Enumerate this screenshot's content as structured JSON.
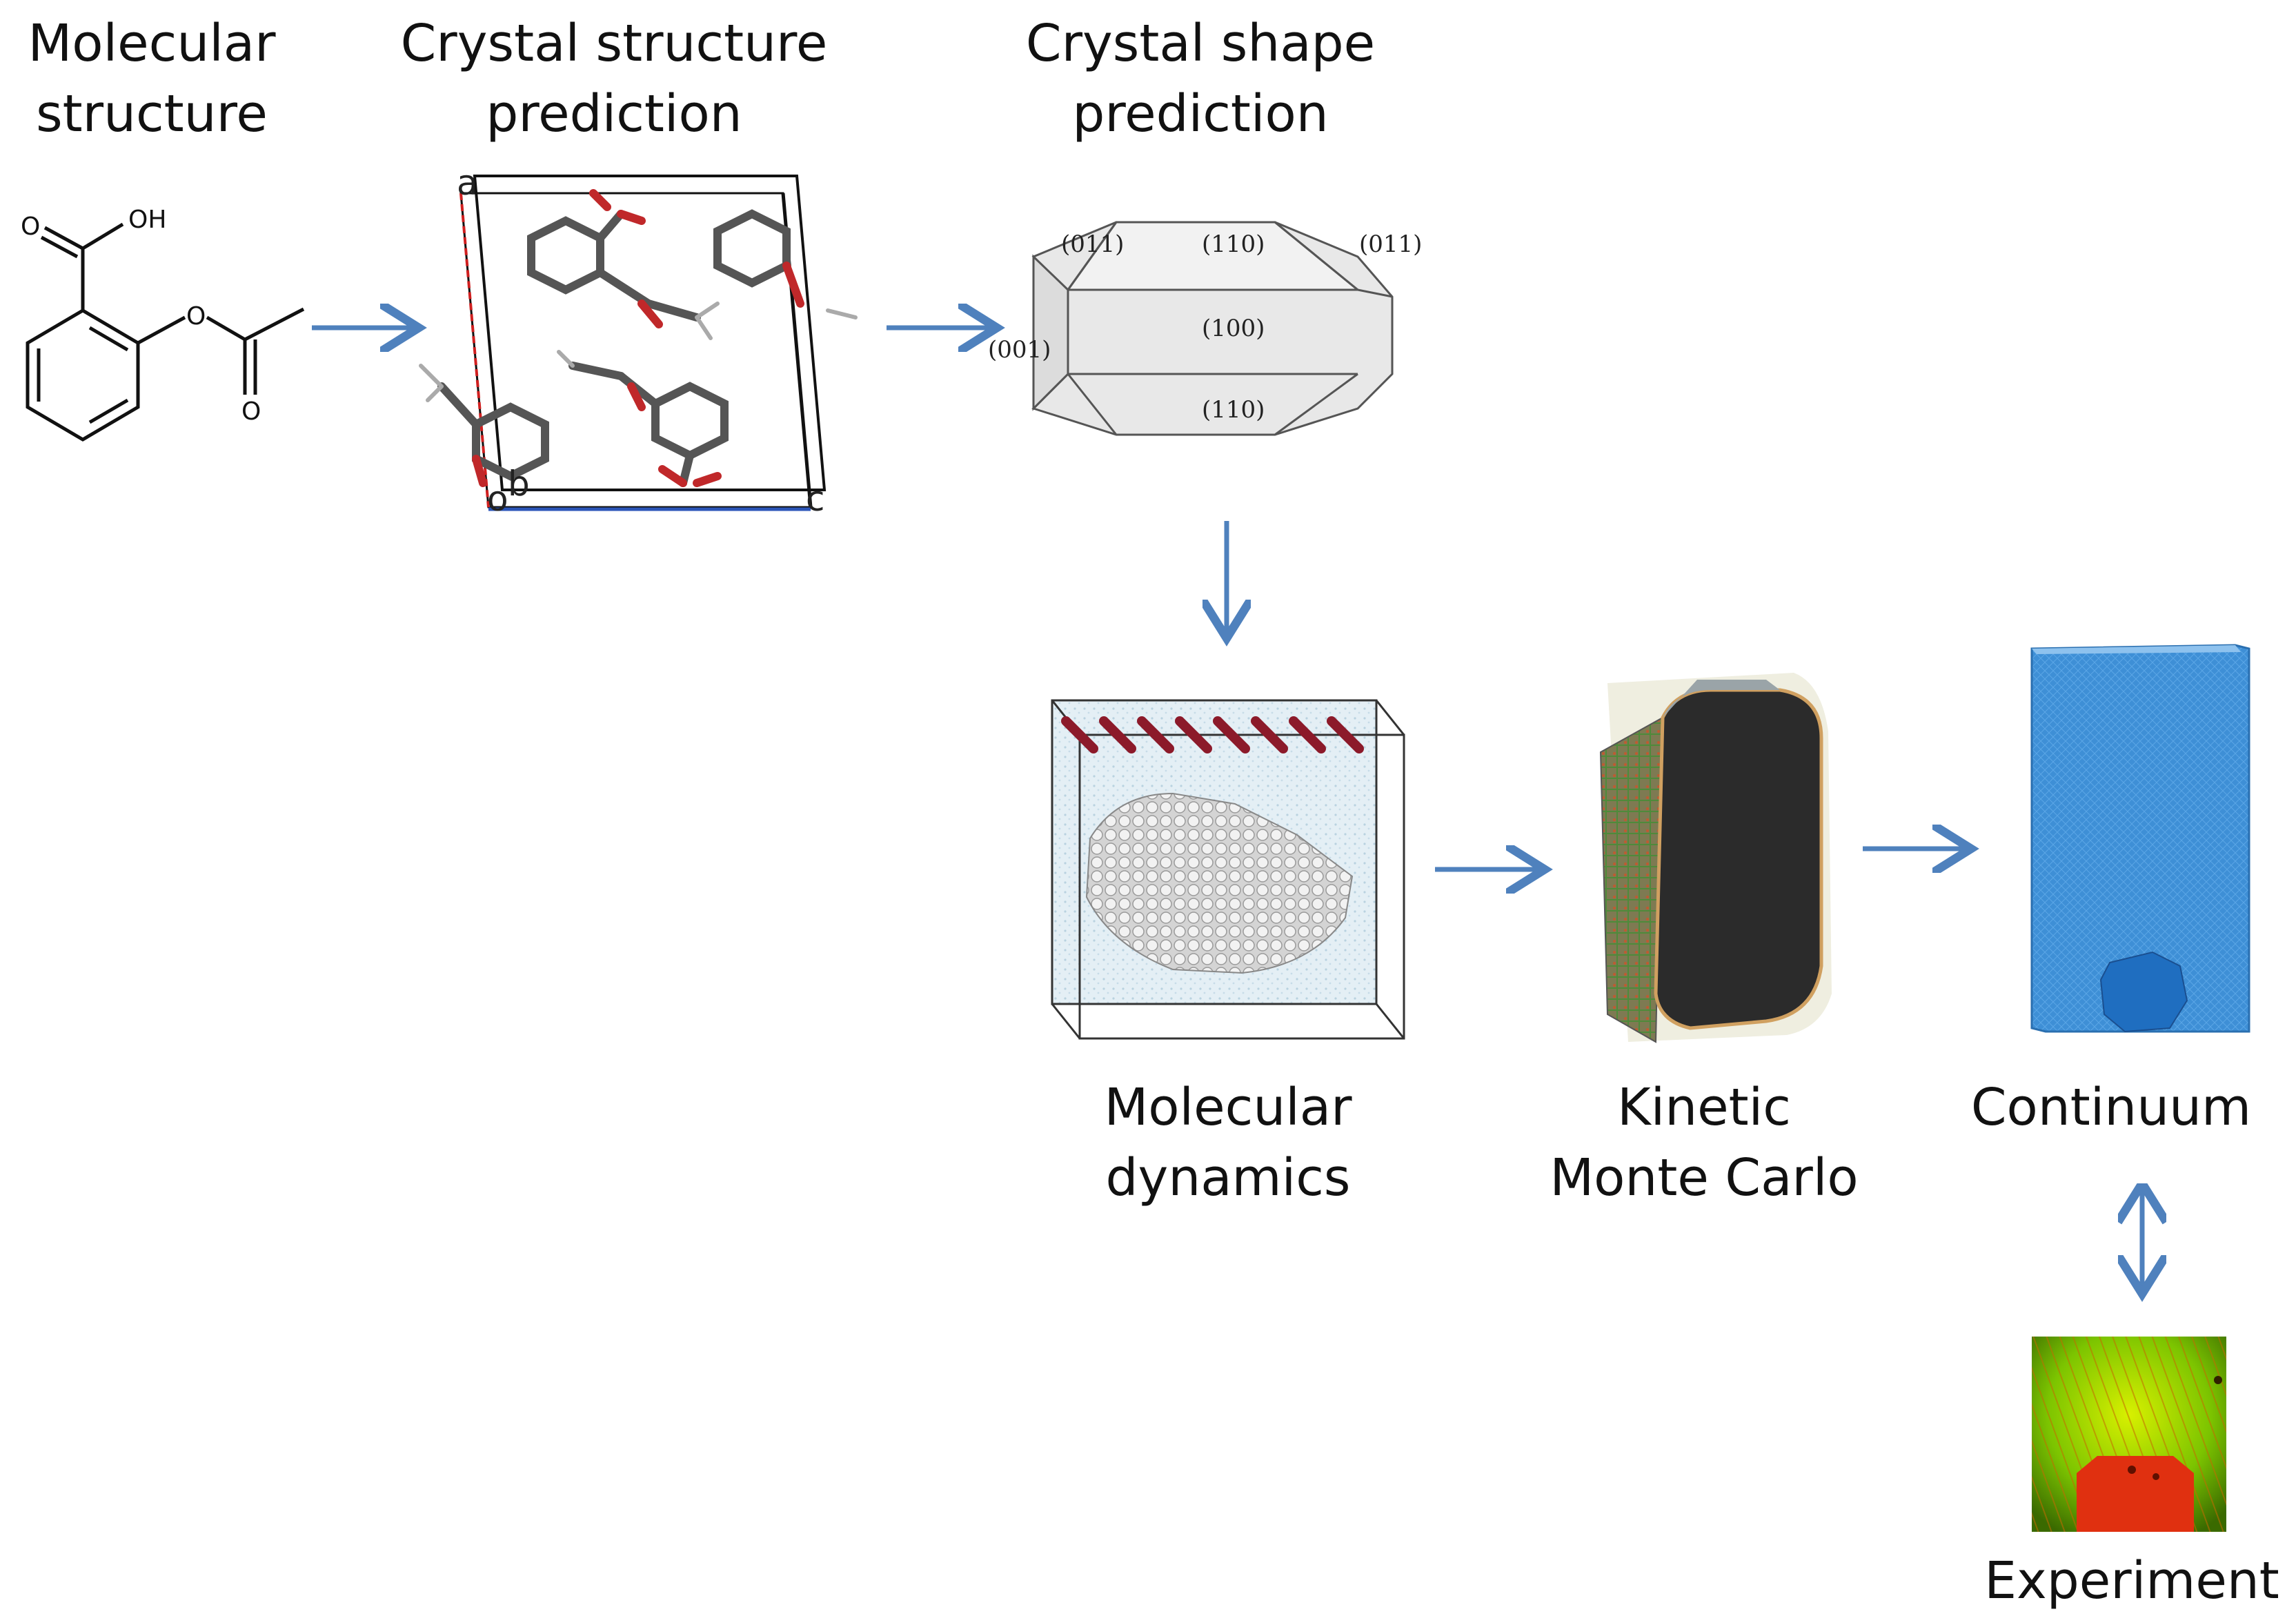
{
  "labels": {
    "molecular_structure": [
      "Molecular",
      "structure"
    ],
    "crystal_structure": [
      "Crystal structure",
      "prediction"
    ],
    "crystal_shape": [
      "Crystal shape",
      "prediction"
    ],
    "molecular_dynamics": [
      "Molecular",
      "dynamics"
    ],
    "kinetic_mc": [
      "Kinetic",
      "Monte Carlo"
    ],
    "continuum": "Continuum",
    "experiment": "Experiment"
  },
  "molecule_atoms": {
    "oh": "OH",
    "o_carbonyl": "O",
    "o_ester": "O",
    "o_ester2": "O"
  },
  "cell_axes": {
    "a": "a",
    "b": "b",
    "o": "o",
    "c": "c"
  },
  "facets": {
    "f011_left": "(011)",
    "f110_top": "(110)",
    "f011_right": "(011)",
    "f001": "(001)",
    "f100": "(100)",
    "f110_bottom": "(110)"
  },
  "colors": {
    "arrow": "#4f81bd",
    "continuum_blue": "#3d8fd6",
    "bond_red": "#c0282a",
    "bond_gray": "#555555"
  }
}
